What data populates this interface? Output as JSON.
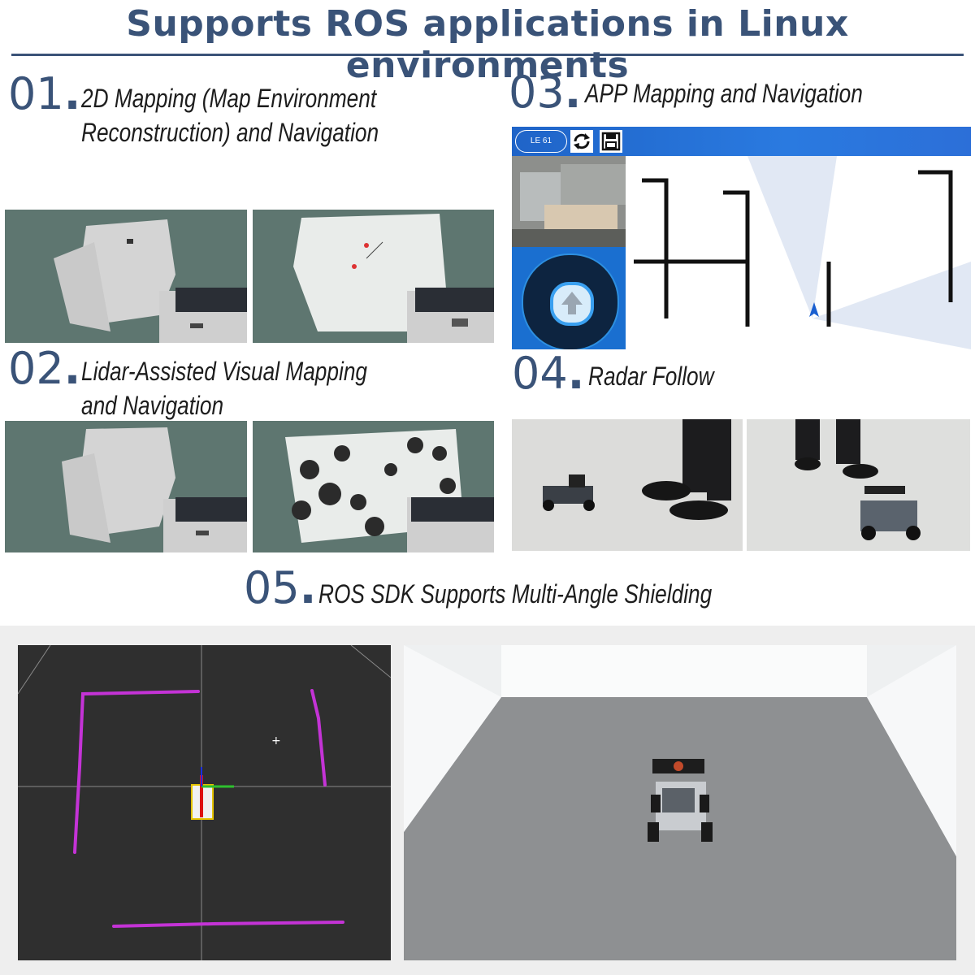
{
  "title": "Supports ROS applications in Linux environments",
  "sections": [
    {
      "num": "01",
      "dot": ".",
      "line1": "2D Mapping (Map Environment",
      "line2": "Reconstruction) and Navigation"
    },
    {
      "num": "02",
      "dot": ".",
      "line1": "Lidar-Assisted Visual Mapping",
      "line2": "and Navigation"
    },
    {
      "num": "03",
      "dot": ".",
      "line1": "APP Mapping and Navigation"
    },
    {
      "num": "04",
      "dot": ".",
      "line1": "Radar Follow"
    },
    {
      "num": "05",
      "dot": ".",
      "line1": "ROS SDK Supports Multi-Angle Shielding"
    }
  ],
  "app": {
    "button_label": "LE 61",
    "refresh_icon": "refresh-icon",
    "save_icon": "save-icon",
    "joystick_icon": "arrow-up-icon"
  },
  "colors": {
    "brand": "#3a5378",
    "app_blue": "#1f64c8",
    "lidar_path": "#c433d6",
    "map_bg": "#5e7670"
  }
}
